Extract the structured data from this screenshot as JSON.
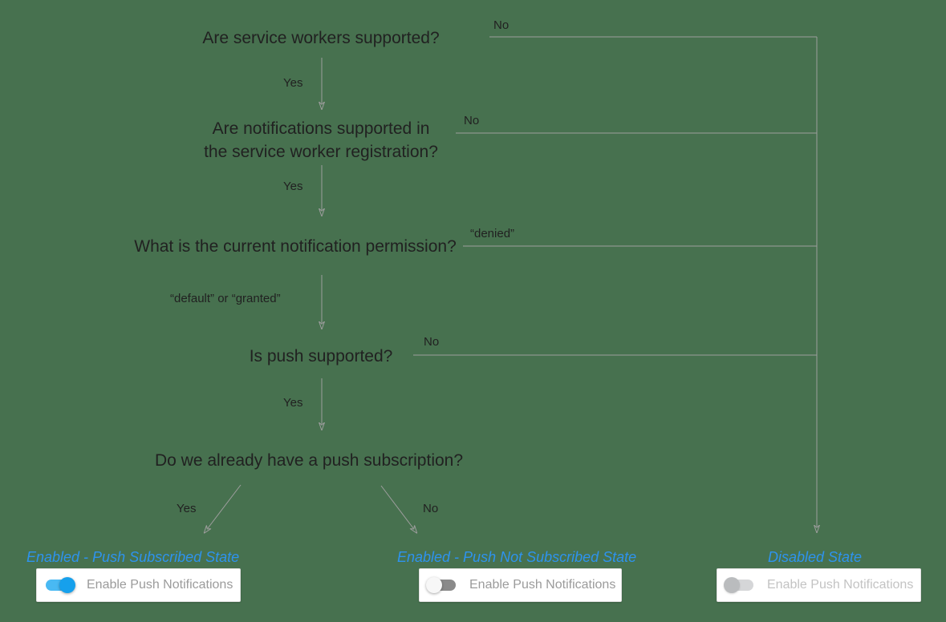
{
  "colors": {
    "background": "#47714F",
    "line": "#9E9E9E",
    "arrow": "#8A9A94",
    "question-text": "#212121",
    "label-text": "#212121",
    "state-title": "#2E93EE",
    "card-bg": "#FFFFFF",
    "card-border": "#E0E0E0",
    "card-text": "#9B9B9B",
    "card-text-disabled": "#C3C3C3",
    "toggle-on-track": "#49B9F3",
    "toggle-on-knob": "#16A0EC",
    "toggle-off-track": "#8A8A8A",
    "toggle-off-knob": "#F7F7F7",
    "toggle-disabled-track": "#D5D6D8",
    "toggle-disabled-knob": "#BABCBE"
  },
  "questions": {
    "q1": "Are service workers supported?",
    "q2_line1": "Are notifications supported in",
    "q2_line2": "the service worker registration?",
    "q3": "What is the current notification permission?",
    "q4": "Is push supported?",
    "q5": "Do we already have a push subscription?"
  },
  "branch_labels": {
    "q1_yes": "Yes",
    "q1_no": "No",
    "q2_yes": "Yes",
    "q2_no": "No",
    "q3_down": "“default” or “granted”",
    "q3_right": "“denied”",
    "q4_yes": "Yes",
    "q4_no": "No",
    "q5_yes": "Yes",
    "q5_no": "No"
  },
  "states": [
    {
      "title": "Enabled - Push Subscribed State",
      "toggle_label": "Enable Push Notifications",
      "toggle_state": "on"
    },
    {
      "title": "Enabled - Push Not Subscribed State",
      "toggle_label": "Enable Push Notifications",
      "toggle_state": "off"
    },
    {
      "title": "Disabled State",
      "toggle_label": "Enable Push Notifications",
      "toggle_state": "disabled"
    }
  ]
}
